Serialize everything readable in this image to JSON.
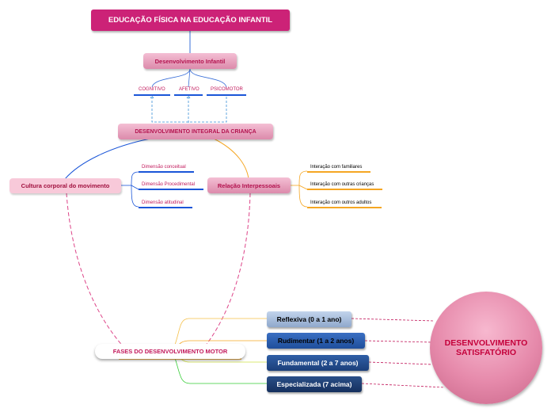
{
  "root": {
    "title": "EDUCAÇÃO FÍSICA NA EDUCAÇÃO INFANTIL"
  },
  "dev_infantil": {
    "label": "Desenvolvimento Infantil"
  },
  "aspects": [
    "COGNITIVO",
    "AFETIVO",
    "PSICOMOTOR"
  ],
  "integral": {
    "label": "DESENVOLVIMENTO INTEGRAL DA CRIANÇA"
  },
  "cultura": {
    "label": "Cultura corporal do movimento",
    "dimensions": [
      "Dimensão conceitual",
      "Dimensão Procedimental",
      "Dimensão atitudinal"
    ]
  },
  "relacao": {
    "label": "Relação Interpessoais",
    "interactions": [
      "Interação com familiares",
      "Interação com outras crianças",
      "Interação com outros adultos"
    ]
  },
  "fases": {
    "label": "FASES DO DESENVOLVIMENTO MOTOR",
    "phases": [
      "Reflexiva (0 a 1 ano)",
      "Rudimentar (1 a 2 anos)",
      "Fundamental (2 a 7 anos)",
      "Especializada (7 acima)"
    ]
  },
  "resultado": {
    "label": "DESENVOLVIMENTO SATISFATÓRIO"
  },
  "colors": {
    "root": "#cc2277",
    "blue_line": "#1a55d8",
    "orange_line": "#f5a623",
    "dashed_pink": "#dd4488",
    "green_line": "#33cc33"
  }
}
